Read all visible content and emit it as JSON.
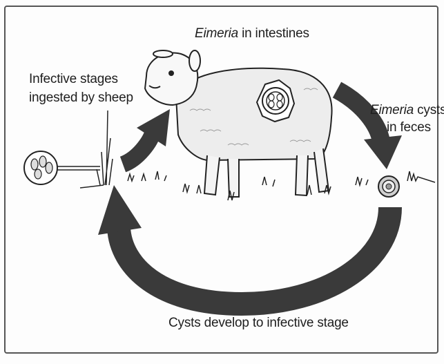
{
  "labels": {
    "top_italic": "Eimeria",
    "top_rest": " in intestines",
    "left_line1": "Infective stages",
    "left_line2": "ingested by sheep",
    "right_italic": "Eimeria",
    "right_rest": " cysts",
    "right_line2": "in feces",
    "bottom": "Cysts develop to infective stage"
  },
  "colors": {
    "arrow": "#3a3a3a",
    "line": "#222222",
    "frame": "#555555"
  },
  "icons": [
    "sheep-illustration",
    "oocyst-magnified-icon",
    "feces-cyst-icon",
    "infective-stage-icon",
    "grass-icon",
    "cycle-arrow-icon"
  ]
}
